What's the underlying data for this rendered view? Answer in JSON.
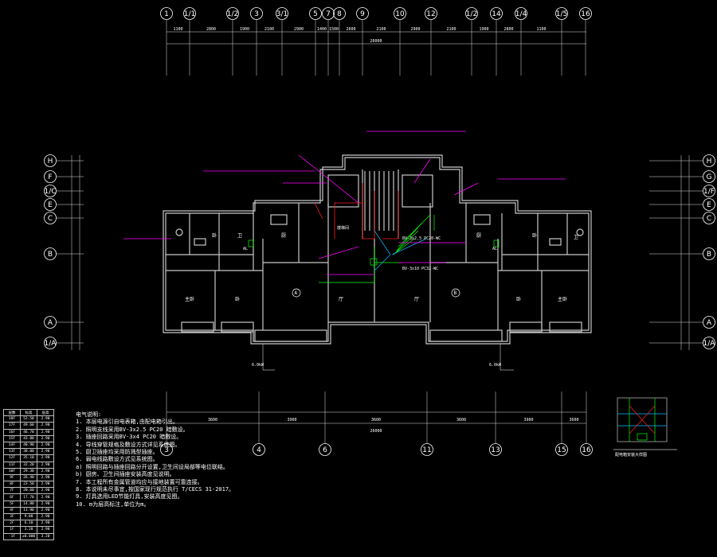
{
  "drawing": {
    "top_axes": [
      "1",
      "1/1",
      "1/2",
      "3",
      "3/1",
      "5",
      "7",
      "8",
      "9",
      "10",
      "12",
      "1/2",
      "14",
      "1/4",
      "1/5",
      "16"
    ],
    "bottom_axes": [
      "3",
      "4",
      "6",
      "11",
      "13",
      "15",
      "16"
    ],
    "left_axes": [
      "H",
      "F",
      "1/C",
      "E",
      "C",
      "B",
      "A",
      "1/A"
    ],
    "right_axes": [
      "H",
      "G",
      "1/F",
      "E",
      "C",
      "B",
      "A",
      "1/A"
    ],
    "top_dims": [
      "1100",
      "2800",
      "1900",
      "2100",
      "2900",
      "1400",
      "1500",
      "2600",
      "2100",
      "2900",
      "2100",
      "1900",
      "2800",
      "1100"
    ],
    "top_total": "26000",
    "bottom_dims": [
      "3600",
      "3900",
      "3600",
      "3600",
      "3900",
      "3600"
    ],
    "bottom_total": "26000",
    "rooms": {
      "bedroom_left": "卧",
      "bedroom_right": "卧",
      "kitchen_left": "厨",
      "kitchen_right": "厨",
      "bath_left": "卫",
      "bath_right": "卫",
      "living_left": "厅",
      "living_right": "厅",
      "master_left": "主卧",
      "master_right": "主卧",
      "room_a": "卧",
      "room_b": "卧",
      "unit_a": "A",
      "unit_b": "B"
    },
    "labels": {
      "pipe_main": "BV-3x10 PC32-WC",
      "pipe_branch": "BV-3x2.5 PC20-WC",
      "box_left": "AL",
      "box_right": "AL",
      "meter_left": "6.0kW",
      "meter_right": "6.0kW",
      "stair": "楼梯间"
    },
    "notes_title": "电气说明:",
    "notes": [
      "1.   本层电源引自电表箱,由配电箱引出。",
      "2.   照明支线采用BV-3x2.5 PC20 暗敷设。",
      "3.   插座回路采用BV-3x4 PC20 暗敷设。",
      "4.   导线穿管规格及敷设方式详见系统图。",
      "5.   厨卫插座均采用防溅型插座。",
      "6.   弱电线路敷设方式见系统图。",
      "a)   照明回路与插座回路分开设置,卫生间设局部等电位联结。",
      "b)   厨房、卫生间插座安装高度见说明。",
      "7.   本工程所有金属管道均应与接地装置可靠连接。",
      "8.   本说明未尽事宜,按国家现行规范执行 T/CECS 31-2017。",
      "9.   灯具选用LED节能灯具,安装高度见图。",
      "10.  m为层高标注,单位为m。"
    ],
    "elev_table": {
      "headers": [
        "层数",
        "标高",
        "层高"
      ],
      "rows": [
        [
          "18F",
          "52.50",
          "2.90"
        ],
        [
          "17F",
          "49.60",
          "2.90"
        ],
        [
          "16F",
          "46.70",
          "2.90"
        ],
        [
          "15F",
          "43.80",
          "2.90"
        ],
        [
          "14F",
          "40.90",
          "2.90"
        ],
        [
          "13F",
          "38.00",
          "2.90"
        ],
        [
          "12F",
          "35.10",
          "2.90"
        ],
        [
          "11F",
          "32.20",
          "2.90"
        ],
        [
          "10F",
          "29.30",
          "2.90"
        ],
        [
          "9F",
          "26.40",
          "2.90"
        ],
        [
          "8F",
          "23.50",
          "2.90"
        ],
        [
          "7F",
          "20.60",
          "2.90"
        ],
        [
          "6F",
          "17.70",
          "2.90"
        ],
        [
          "5F",
          "14.80",
          "2.90"
        ],
        [
          "4F",
          "11.90",
          "2.90"
        ],
        [
          "3F",
          "9.00",
          "2.90"
        ],
        [
          "2F",
          "6.10",
          "2.90"
        ],
        [
          "1F",
          "3.20",
          "2.90"
        ],
        [
          "-1F",
          "±0.000",
          "3.20"
        ]
      ]
    },
    "detail_title": "配电箱安装大样图"
  },
  "colors": {
    "wall": "#c8c8c8",
    "leader": "#ff00ff",
    "wire": "#00ff00",
    "red": "#ff2020",
    "cyan": "#00c0ff",
    "grid": "#e0e0e0"
  }
}
